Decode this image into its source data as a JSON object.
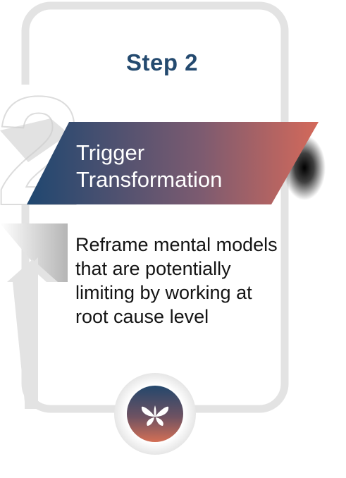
{
  "step": {
    "label": "Step 2",
    "number": "2"
  },
  "banner": {
    "line1": "Trigger",
    "line2": "Transformation"
  },
  "description": "Reframe mental models that are potentially limiting by working at root cause level",
  "colors": {
    "title": "#244a6f",
    "banner_start": "#1f4770",
    "banner_end": "#d4695a",
    "frame": "#e3e3e3",
    "text": "#141414"
  },
  "icons": {
    "logo": "butterfly-icon"
  }
}
